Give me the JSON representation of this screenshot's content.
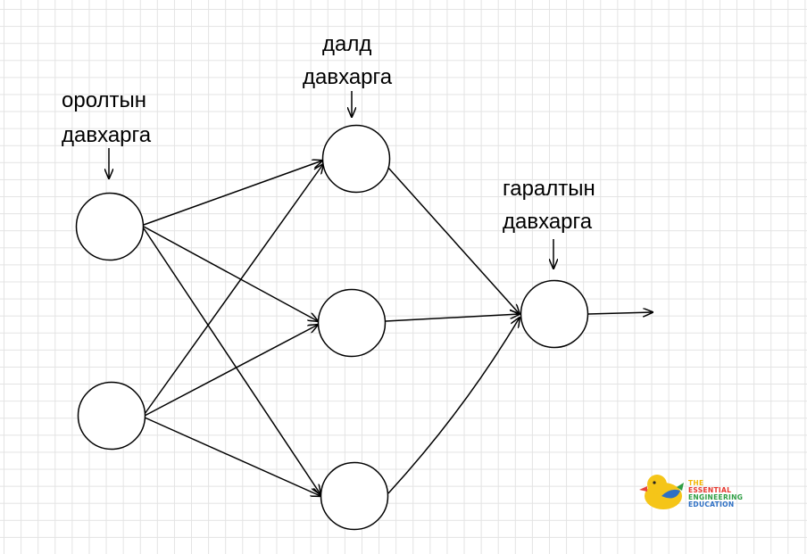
{
  "labels": {
    "input_line1": "оролтын",
    "input_line2": "давхарга",
    "hidden_line1": "далд",
    "hidden_line2": "давхарга",
    "output_line1": "гаралтын",
    "output_line2": "давхарга"
  },
  "logo": {
    "line1": "THE",
    "line2": "ESSENTIAL",
    "line3": "ENGINEERING",
    "line4": "EDUCATION",
    "colors": {
      "line1": "#f2b705",
      "line2": "#e6362d",
      "line3": "#2f9e44",
      "line4": "#2d6fc4",
      "duck_body": "#f5c518",
      "duck_beak": "#e8453c",
      "duck_wing": "#2d6fc4"
    }
  },
  "colors": {
    "stroke": "#000000",
    "background": "#ffffff",
    "grid": "#e3e3e3"
  }
}
